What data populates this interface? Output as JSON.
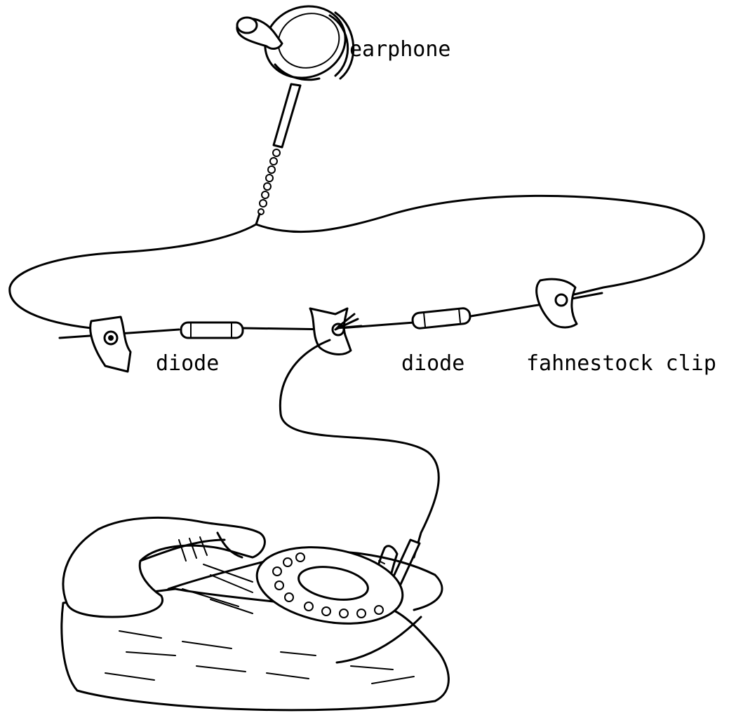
{
  "labels": {
    "earphone": "earphone",
    "diode_left": "diode",
    "diode_right": "diode",
    "clip": "fahnestock clip"
  },
  "colors": {
    "ink": "#000000",
    "paper": "#ffffff"
  }
}
